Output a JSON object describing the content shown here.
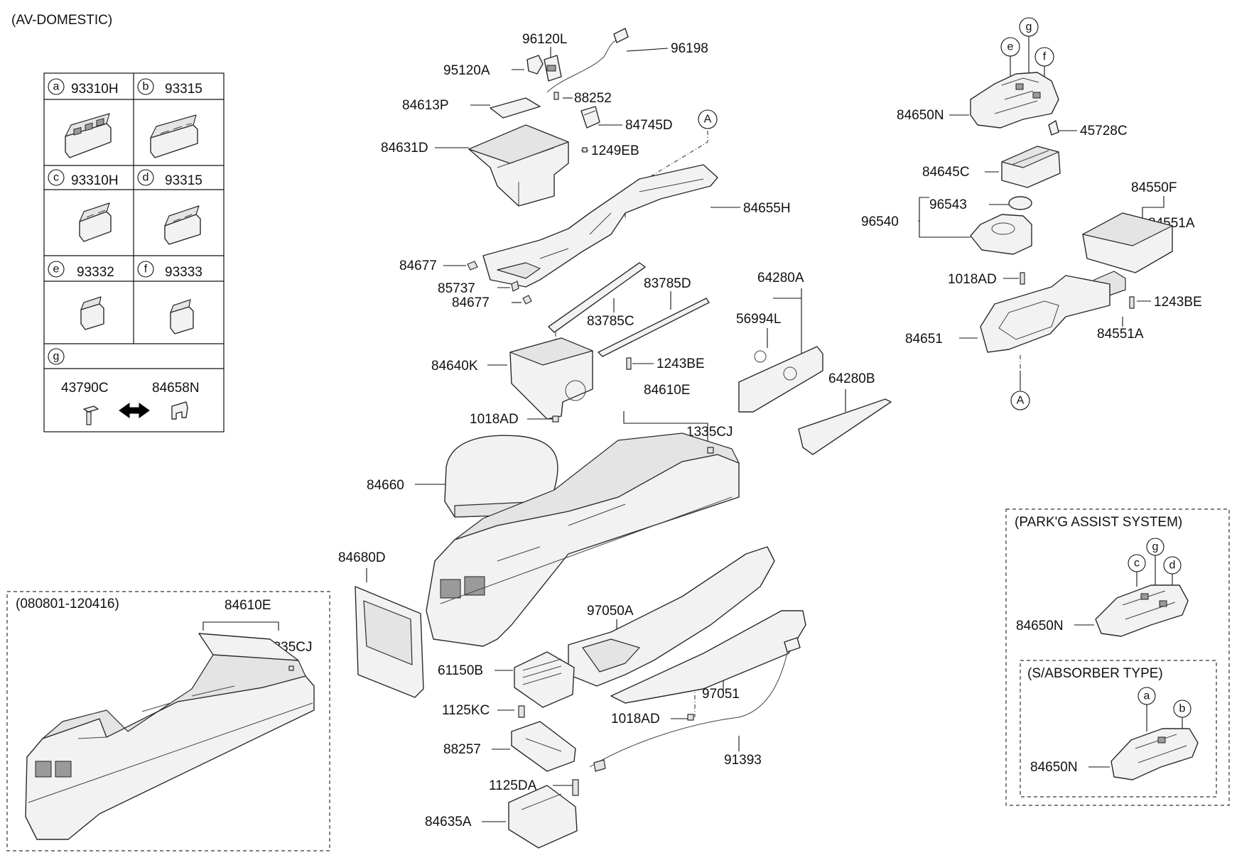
{
  "title": "(AV-DOMESTIC)",
  "legend_table": {
    "cells": [
      {
        "marker": "a",
        "part": "93310H"
      },
      {
        "marker": "b",
        "part": "93315"
      },
      {
        "marker": "c",
        "part": "93310H"
      },
      {
        "marker": "d",
        "part": "93315"
      },
      {
        "marker": "e",
        "part": "93332"
      },
      {
        "marker": "f",
        "part": "93333"
      }
    ],
    "g_marker": "g",
    "g_left_part": "43790C",
    "g_right_part": "84658N"
  },
  "inset_period": {
    "title": "(080801-120416)",
    "labels": [
      "84610E",
      "1335CJ"
    ]
  },
  "inset_park_assist": {
    "title": "(PARK'G ASSIST SYSTEM)",
    "part": "84650N",
    "markers": [
      "c",
      "g",
      "d"
    ]
  },
  "inset_absorber": {
    "title": "(S/ABSORBER TYPE)",
    "part": "84650N",
    "markers": [
      "a",
      "b"
    ]
  },
  "section_marker": "A",
  "labels": {
    "p96120L": "96120L",
    "p96198": "96198",
    "p95120A": "95120A",
    "p88252": "88252",
    "p84613P": "84613P",
    "p84745D": "84745D",
    "p84631D": "84631D",
    "p1249EB": "1249EB",
    "p84655H": "84655H",
    "p84677a": "84677",
    "p85737": "85737",
    "p84677b": "84677",
    "p83785D": "83785D",
    "p83785C": "83785C",
    "p1243BE_c": "1243BE",
    "p84640K": "84640K",
    "p1018AD_a": "1018AD",
    "p64280A": "64280A",
    "p56994L": "56994L",
    "p64280B": "64280B",
    "p84610E": "84610E",
    "p1335CJ": "1335CJ",
    "p84660": "84660",
    "p84680D": "84680D",
    "p97050A": "97050A",
    "p61150B": "61150B",
    "p97051": "97051",
    "p1125KC": "1125KC",
    "p1018AD_b": "1018AD",
    "p88257": "88257",
    "p91393": "91393",
    "p1125DA": "1125DA",
    "p84635A": "84635A",
    "p84650N": "84650N",
    "p45728C": "45728C",
    "p84645C": "84645C",
    "p96543": "96543",
    "p96540": "96540",
    "p84550F": "84550F",
    "p84551A_a": "84551A",
    "p1018AD_c": "1018AD",
    "p1243BE_r": "1243BE",
    "p84651": "84651",
    "p84551A_b": "84551A"
  },
  "shifter_markers": [
    "e",
    "g",
    "f"
  ]
}
